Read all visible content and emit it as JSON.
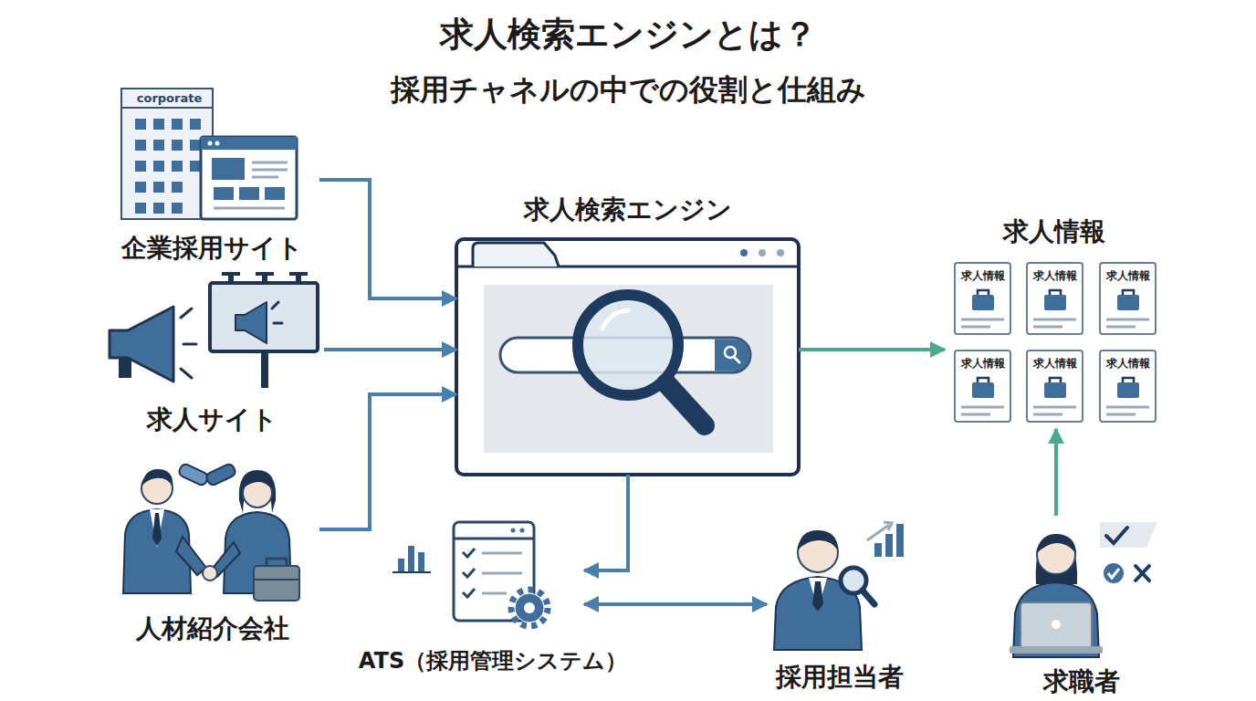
{
  "diagram": {
    "title": "求人検索エンジンとは？",
    "nodes": [
      {
        "text": [
          "企業採用サイト"
        ]
      },
      {
        "text": [
          "求人サイト"
        ]
      },
      {
        "text": [
          "人材紹介会社"
        ]
      },
      {
        "text": [
          "求人検索エンジン"
        ]
      },
      {
        "text": [
          "求人情報"
        ]
      },
      {
        "text": [
          "求人情報"
        ],
        "in": 4
      },
      {
        "text": [
          "求人情報"
        ],
        "in": 4
      },
      {
        "text": [
          "求人情報"
        ],
        "in": 4
      },
      {
        "text": [
          "求人情報"
        ],
        "in": 4
      },
      {
        "text": [
          "求人情報"
        ],
        "in": 4
      },
      {
        "text": [
          "求人情報"
        ],
        "in": 4
      },
      {
        "text": [
          "ATS（採用管理システム）"
        ]
      },
      {
        "text": [
          "採用担当者"
        ]
      },
      {
        "text": [
          "求職者"
        ]
      }
    ],
    "edges": [
      {
        "from": 0,
        "to": 3,
        "arrow": "to"
      },
      {
        "from": 1,
        "to": 3,
        "arrow": "to"
      },
      {
        "from": 2,
        "to": 3,
        "arrow": "to"
      },
      {
        "from": 3,
        "to": 4,
        "arrow": "to"
      },
      {
        "from": 3,
        "to": 11,
        "arrow": "to"
      },
      {
        "from": 11,
        "to": 12,
        "arrow": "both"
      },
      {
        "from": 13,
        "to": 4,
        "arrow": "to"
      }
    ],
    "labels": [
      "採用チャネルの中での役割と仕組み",
      "corporate"
    ]
  }
}
